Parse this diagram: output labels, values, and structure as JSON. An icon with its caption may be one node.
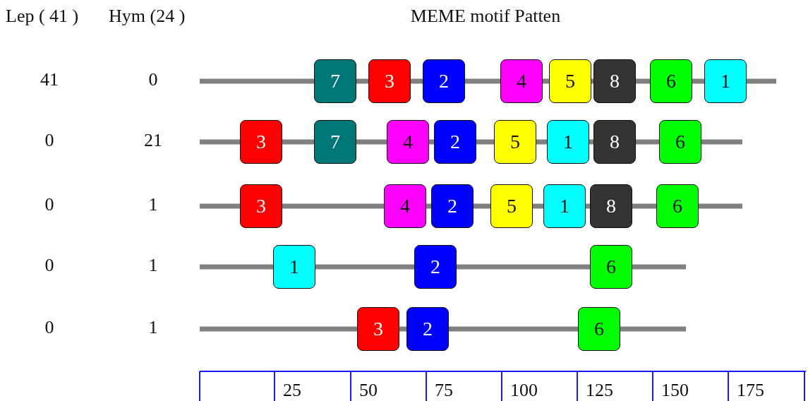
{
  "diagram": {
    "title": "MEME motif Patten",
    "nodes": [
      {
        "text": [
          "7"
        ]
      },
      {
        "text": [
          "3"
        ]
      },
      {
        "text": [
          "2"
        ]
      },
      {
        "text": [
          "4"
        ]
      },
      {
        "text": [
          "5"
        ]
      },
      {
        "text": [
          "8"
        ]
      },
      {
        "text": [
          "6"
        ]
      },
      {
        "text": [
          "1"
        ]
      },
      {
        "text": [
          "3"
        ]
      },
      {
        "text": [
          "7"
        ]
      },
      {
        "text": [
          "4"
        ]
      },
      {
        "text": [
          "2"
        ]
      },
      {
        "text": [
          "5"
        ]
      },
      {
        "text": [
          "1"
        ]
      },
      {
        "text": [
          "8"
        ]
      },
      {
        "text": [
          "6"
        ]
      },
      {
        "text": [
          "3"
        ]
      },
      {
        "text": [
          "4"
        ]
      },
      {
        "text": [
          "2"
        ]
      },
      {
        "text": [
          "5"
        ]
      },
      {
        "text": [
          "1"
        ]
      },
      {
        "text": [
          "8"
        ]
      },
      {
        "text": [
          "6"
        ]
      },
      {
        "text": [
          "1"
        ]
      },
      {
        "text": [
          "2"
        ]
      },
      {
        "text": [
          "6"
        ]
      },
      {
        "text": [
          "3"
        ]
      },
      {
        "text": [
          "2"
        ]
      },
      {
        "text": [
          "6"
        ]
      }
    ],
    "edges": [],
    "labels": [
      "Lep ( 41 )",
      "Hym (24 )",
      "41",
      "0",
      "0",
      "21",
      "0",
      "1",
      "0",
      "1",
      "0",
      "1",
      "25",
      "50",
      "75",
      "100",
      "125",
      "150",
      "175"
    ]
  }
}
